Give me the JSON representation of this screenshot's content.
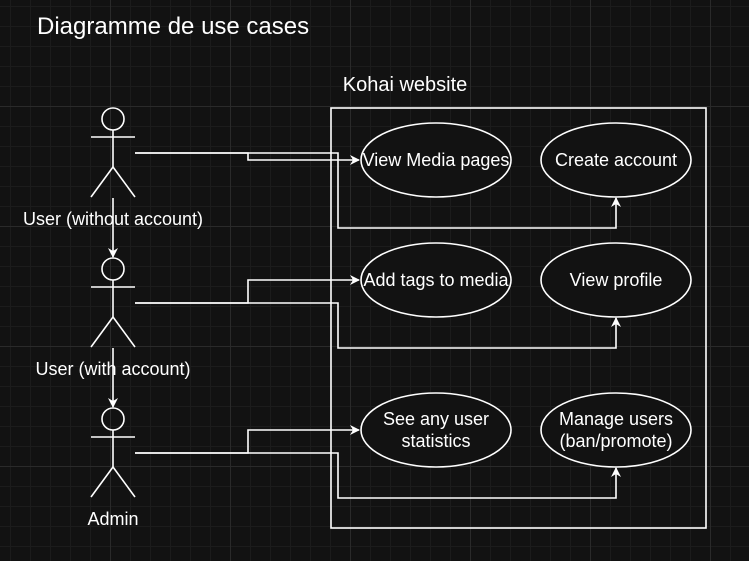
{
  "diagram": {
    "title": "Diagramme de use cases",
    "system_name": "Kohai website",
    "actors": [
      {
        "label": "User (without account)"
      },
      {
        "label": "User (with account)"
      },
      {
        "label": "Admin"
      }
    ],
    "use_cases": [
      {
        "lines": [
          "View Media pages"
        ]
      },
      {
        "lines": [
          "Create account"
        ]
      },
      {
        "lines": [
          "Add tags to media"
        ]
      },
      {
        "lines": [
          "View profile"
        ]
      },
      {
        "lines": [
          "See any user",
          "statistics"
        ]
      },
      {
        "lines": [
          "Manage users",
          "(ban/promote)"
        ]
      }
    ]
  },
  "colors": {
    "background": "#121212",
    "grid": "#2a2a2a",
    "stroke": "#ffffff"
  }
}
